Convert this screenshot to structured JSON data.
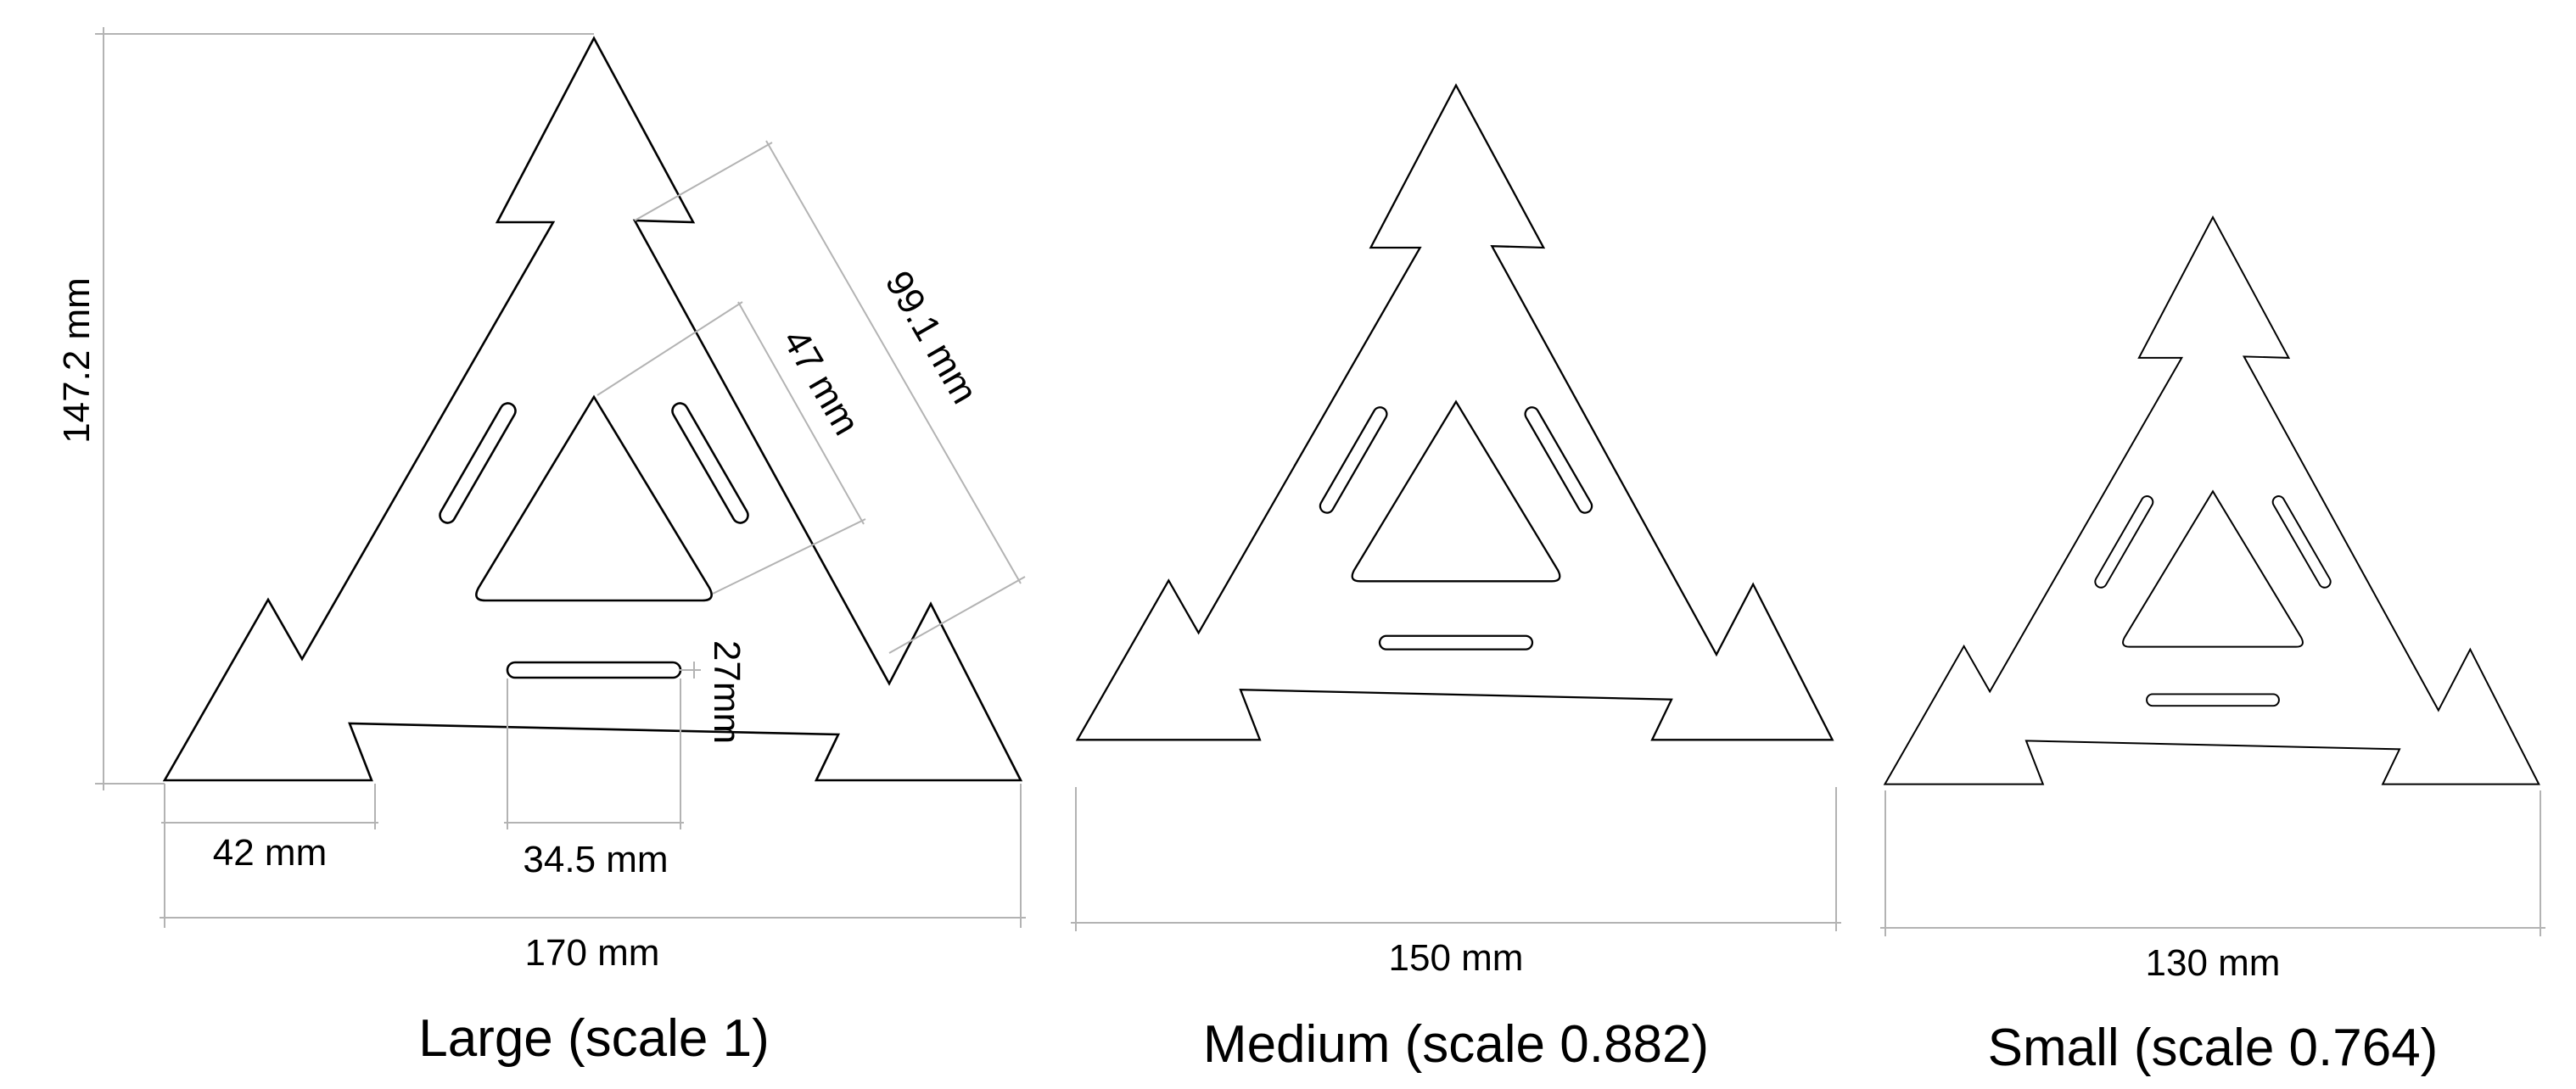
{
  "colors": {
    "outline": "#000000",
    "dimension_line": "#b3b3b3",
    "background": "#ffffff"
  },
  "large": {
    "caption": "Large (scale 1)",
    "dims": {
      "height": "147.2 mm",
      "arm_length": "99.1 mm",
      "inner_triangle": "47 mm",
      "slot_offset": "27mm",
      "foot_width": "42 mm",
      "slot_length": "34.5 mm",
      "overall_width": "170 mm"
    }
  },
  "medium": {
    "caption": "Medium (scale 0.882)",
    "overall_width": "150 mm"
  },
  "small": {
    "caption": "Small (scale 0.764)",
    "overall_width": "130 mm"
  }
}
